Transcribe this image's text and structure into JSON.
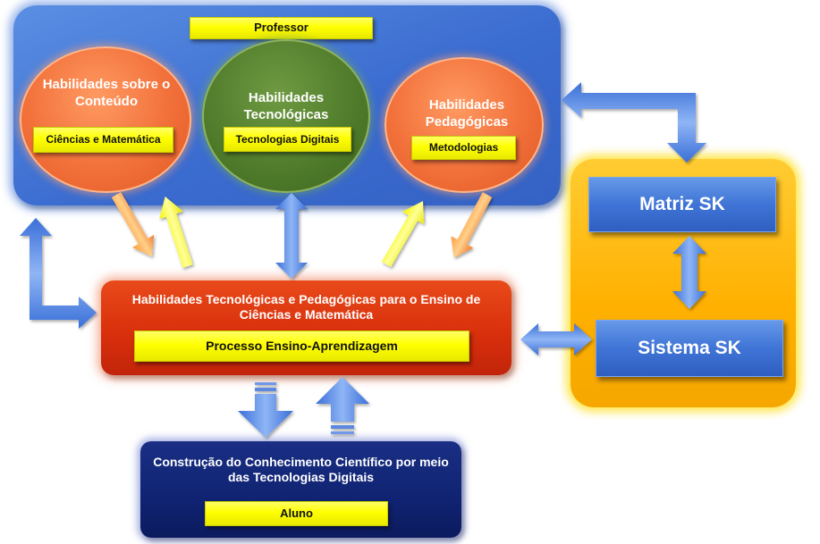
{
  "professor": {
    "title": "Professor",
    "content_skills": {
      "title": "Habilidades sobre o  Conteúdo",
      "tag": "Ciências  e Matemática"
    },
    "tech_skills": {
      "title": "Habilidades Tecnológicas",
      "tag": "Tecnologias Digitais"
    },
    "ped_skills": {
      "title": "Habilidades Pedagógicas",
      "tag": "Metodologias"
    }
  },
  "central": {
    "title": "Habilidades Tecnológicas e Pedagógicas para o Ensino de Ciências e Matemática",
    "tag": "Processo Ensino-Aprendizagem"
  },
  "sk": {
    "matriz": "Matriz SK",
    "sistema": "Sistema SK"
  },
  "aluno": {
    "title": "Construção do Conhecimento Científico por meio das Tecnologias Digitais",
    "tag": "Aluno"
  },
  "colors": {
    "panel_blue": "#3b6cd0",
    "orange": "#f2703a",
    "green": "#4e7a2a",
    "yellow": "#ffff00",
    "red": "#d9300c",
    "navy": "#102372",
    "gold": "#ffb000"
  }
}
